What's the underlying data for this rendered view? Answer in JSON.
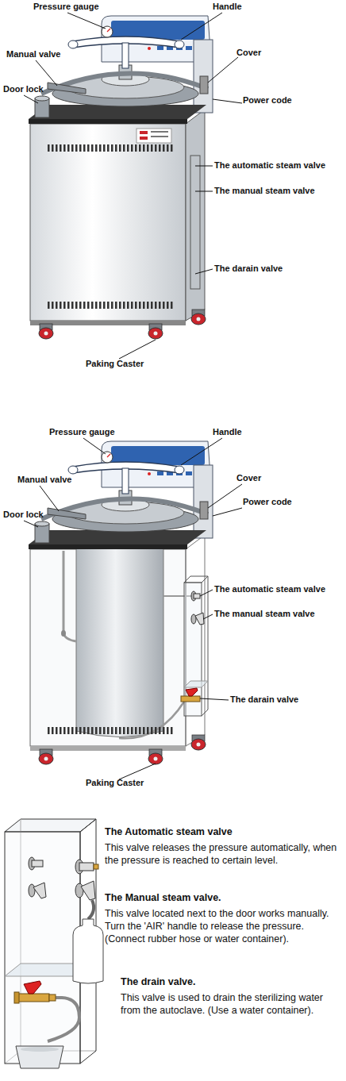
{
  "diagram": {
    "labels": [
      "Pressure gauge",
      "Handle",
      "Manual valve",
      "Cover",
      "Door lock",
      "Power code",
      "The automatic steam valve",
      "The manual steam valve",
      "The darain valve",
      "Paking Caster",
      "Pressure gauge",
      "Handle",
      "Manual valve",
      "Cover",
      "Door lock",
      "Power code",
      "The automatic steam valve",
      "The manual steam valve",
      "The darain valve",
      "Paking Caster",
      "The Automatic steam valve",
      "This valve releases the pressure automatically, when the pressure is reached to certain level.",
      "The Manual steam valve.",
      "This valve located next to the door works manually. Turn the 'AIR' handle to release the pressure. (Connect rubber hose or water container).",
      "The drain valve.",
      "This valve is used to drain the sterilizing water from the autoclave. (Use a water container)."
    ]
  }
}
